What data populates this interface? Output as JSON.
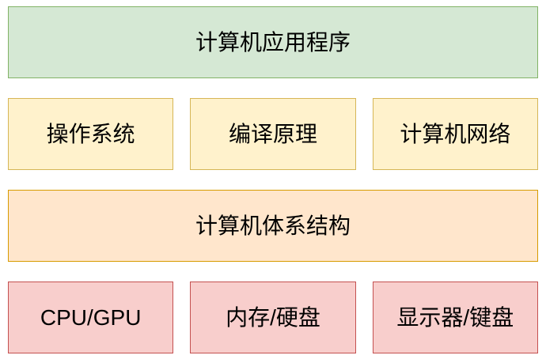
{
  "rows": [
    {
      "name": "application-layer",
      "fill": "#d5e8d4",
      "border": "#82b366",
      "boxes": [
        {
          "label": "计算机应用程序"
        }
      ]
    },
    {
      "name": "system-software-layer",
      "fill": "#fff2cc",
      "border": "#d6b656",
      "boxes": [
        {
          "label": "操作系统"
        },
        {
          "label": "编译原理"
        },
        {
          "label": "计算机网络"
        }
      ]
    },
    {
      "name": "architecture-layer",
      "fill": "#ffe6cc",
      "border": "#d79b00",
      "boxes": [
        {
          "label": "计算机体系结构"
        }
      ]
    },
    {
      "name": "hardware-layer",
      "fill": "#f8cecc",
      "border": "#c45050",
      "boxes": [
        {
          "label": "CPU/GPU"
        },
        {
          "label": "内存/硬盘"
        },
        {
          "label": "显示器/键盘"
        }
      ]
    }
  ]
}
